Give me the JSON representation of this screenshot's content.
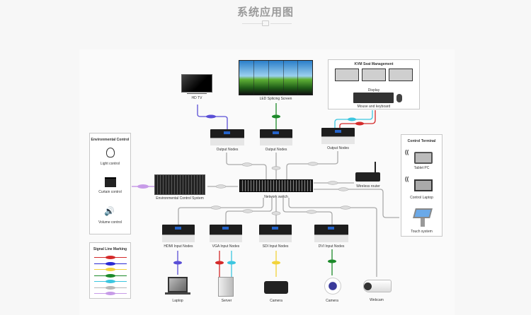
{
  "header": {
    "title": "系统应用图"
  },
  "kvm": {
    "title": "KVM Seat Management",
    "display": "Display",
    "mouse_keyboard": "Mouse and keyboard"
  },
  "outputs": {
    "hdtv": "HD TV",
    "led": "LED Splicing Screen",
    "node1": "Output Nodes",
    "node2": "Output Nodes",
    "node3": "Output Nodes"
  },
  "env": {
    "title": "Environmental Control",
    "light": "Light control",
    "curtain": "Curtain control",
    "volume": "Volume control",
    "system": "Environmental Control System"
  },
  "network": {
    "switch": "Network switch",
    "router": "Wireless router"
  },
  "terminal": {
    "title": "Control Terminal",
    "tablet": "Tablet PC",
    "laptop": "Control Laptop",
    "touch": "Touch system"
  },
  "inputs": {
    "hdmi": "HDMI Input Nodes",
    "vga": "VGA Input Nodes",
    "sdi": "SDI Input Nodes",
    "dvi": "DVI Input Nodes"
  },
  "devices": {
    "laptop": "Laptop",
    "server": "Server",
    "camera1": "Camera",
    "camera2": "Camera",
    "webcam": "Webcam"
  },
  "legend": {
    "title": "Signal Line Marking",
    "colors": [
      "#d42a2a",
      "#2a2ad4",
      "#f2d33a",
      "#1c8a2a",
      "#3cc6e0",
      "#b8b8b8",
      "#c79be8"
    ]
  },
  "colors": {
    "hdmi": "#5a4fd6",
    "led": "#1c8a2a",
    "vga": "#d42a2a",
    "usb": "#3cc6e0",
    "sdi": "#f2d33a",
    "dvi": "#1c8a2a",
    "net": "#aaaaaa",
    "rs": "#c79be8"
  }
}
